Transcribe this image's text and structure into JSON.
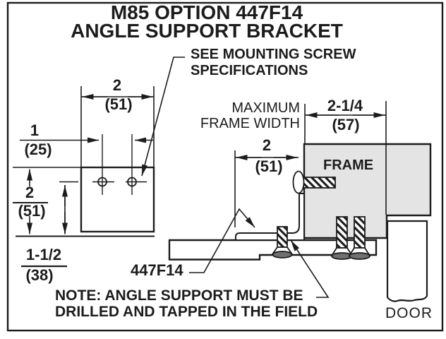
{
  "title": {
    "line1": "M85 OPTION 447F14",
    "line2": "ANGLE SUPPORT BRACKET"
  },
  "callouts": {
    "mounting_screw": {
      "line1": "SEE MOUNTING SCREW",
      "line2": "SPECIFICATIONS"
    },
    "max_frame_width": {
      "line1": "MAXIMUM",
      "line2": "FRAME WIDTH"
    },
    "frame": "FRAME",
    "door": "DOOR",
    "part_number": "447F14",
    "field_note": {
      "line1": "NOTE: ANGLE SUPPORT MUST BE",
      "line2": "DRILLED AND TAPPED IN THE FIELD"
    }
  },
  "dimensions": {
    "bracket_width": {
      "inches": "2",
      "mm": "(51)"
    },
    "hole_spacing": {
      "inches": "1",
      "mm": "(25)"
    },
    "bracket_height": {
      "inches": "2",
      "mm": "(51)"
    },
    "hole_to_bottom": {
      "inches": "1-1/2",
      "mm": "(38)"
    },
    "bracket_projection": {
      "inches": "2",
      "mm": "(51)"
    },
    "max_frame_width": {
      "inches": "2-1/4",
      "mm": "(57)"
    }
  },
  "colors": {
    "line": "#1c1c1c",
    "frame_fill": "#e4e4e4",
    "screw_head_fill": "#6f6f6f",
    "background": "#ffffff"
  }
}
